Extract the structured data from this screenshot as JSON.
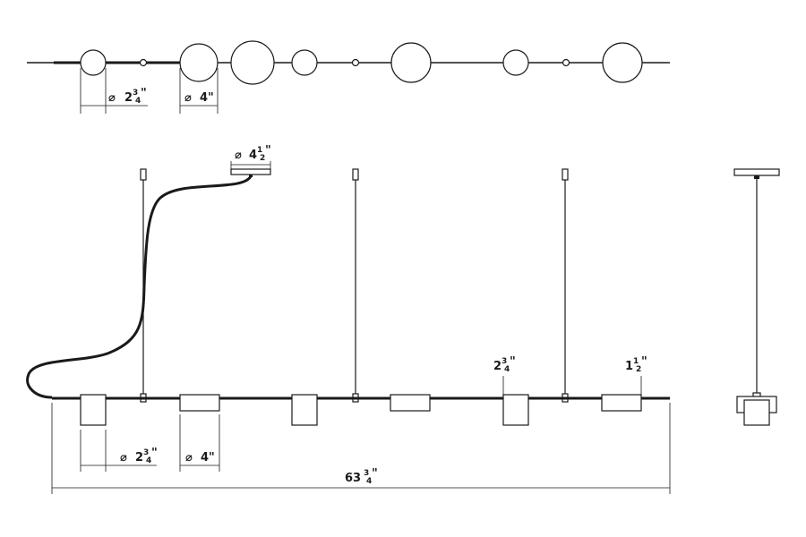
{
  "top_view": {
    "dim_small_diameter": {
      "symbol": "⌀",
      "whole": "2",
      "num": "3",
      "den": "4",
      "unit": "\""
    },
    "dim_large_diameter": {
      "symbol": "⌀",
      "whole": "4",
      "unit": "\""
    }
  },
  "front_view": {
    "canopy_diameter": {
      "symbol": "⌀",
      "whole": "4",
      "num": "1",
      "den": "2",
      "unit": "\""
    },
    "dim_small_shade": {
      "symbol": "⌀",
      "whole": "2",
      "num": "3",
      "den": "4",
      "unit": "\""
    },
    "dim_large_shade": {
      "symbol": "⌀",
      "whole": "4",
      "unit": "\""
    },
    "height_tall_shade": {
      "whole": "2",
      "num": "3",
      "den": "4",
      "unit": "\""
    },
    "height_flat_shade": {
      "whole": "1",
      "num": "1",
      "den": "2",
      "unit": "\""
    },
    "overall_length": {
      "whole": "63",
      "num": "3",
      "den": "4",
      "unit": "\""
    }
  },
  "colors": {
    "line": "#1a1a1a",
    "background": "#ffffff"
  }
}
